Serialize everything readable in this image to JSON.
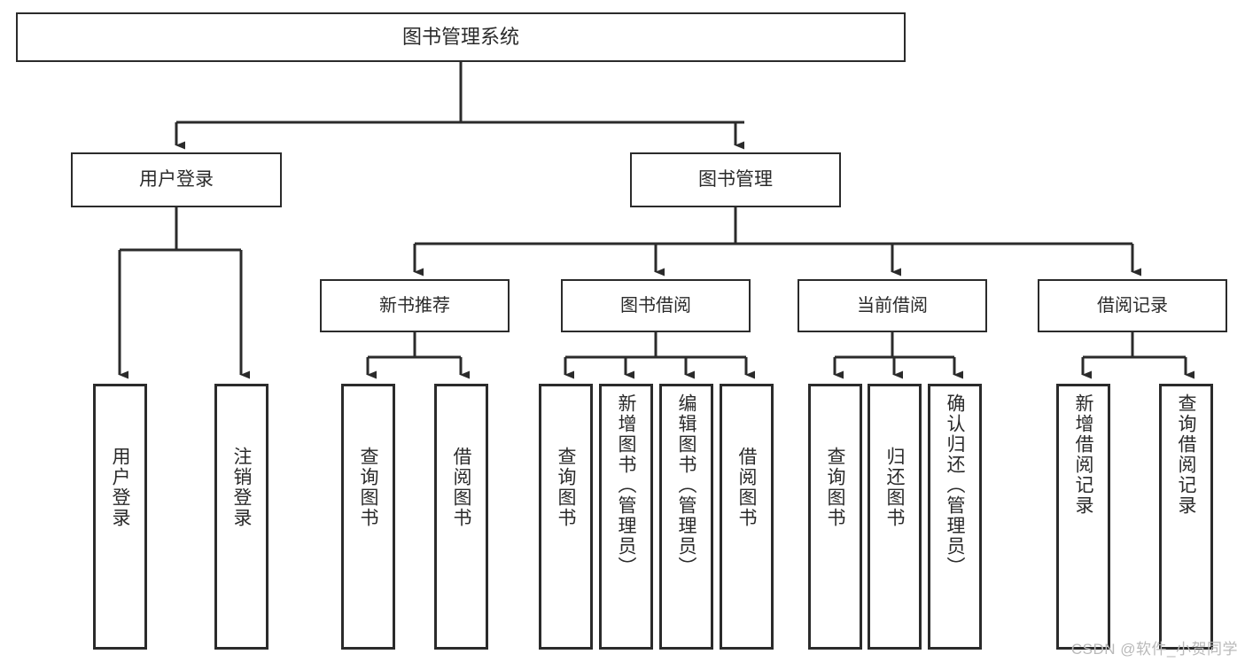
{
  "diagram": {
    "type": "tree-hierarchy",
    "title": "图书管理系统",
    "watermark": "CSDN @软件_小贺同学",
    "colors": {
      "stroke": "#2b2b2b",
      "fill": "#ffffff",
      "text": "#2a2a2a",
      "watermark": "#b9b9b9"
    },
    "nodes": {
      "root": {
        "label": "图书管理系统"
      },
      "level2": [
        {
          "id": "user-login",
          "label": "用户登录"
        },
        {
          "id": "book-manage",
          "label": "图书管理"
        }
      ],
      "level3": [
        {
          "id": "new-book-rec",
          "label": "新书推荐"
        },
        {
          "id": "book-borrow",
          "label": "图书借阅"
        },
        {
          "id": "current-borrow",
          "label": "当前借阅"
        },
        {
          "id": "borrow-record",
          "label": "借阅记录"
        }
      ],
      "leaves": [
        {
          "id": "leaf-user-login",
          "label": "用户登录"
        },
        {
          "id": "leaf-logout",
          "label": "注销登录"
        },
        {
          "id": "leaf-query-book-1",
          "label": "查询图书"
        },
        {
          "id": "leaf-borrow-book-1",
          "label": "借阅图书"
        },
        {
          "id": "leaf-query-book-2",
          "label": "查询图书"
        },
        {
          "id": "leaf-add-book",
          "label": "新增图书（管理员）"
        },
        {
          "id": "leaf-edit-book",
          "label": "编辑图书（管理员）"
        },
        {
          "id": "leaf-borrow-book-2",
          "label": "借阅图书"
        },
        {
          "id": "leaf-query-book-3",
          "label": "查询图书"
        },
        {
          "id": "leaf-return-book",
          "label": "归还图书"
        },
        {
          "id": "leaf-confirm-return",
          "label": "确认归还（管理员）"
        },
        {
          "id": "leaf-add-record",
          "label": "新增借阅记录"
        },
        {
          "id": "leaf-query-record",
          "label": "查询借阅记录"
        }
      ]
    },
    "edges": [
      {
        "from": "root",
        "to": "user-login"
      },
      {
        "from": "root",
        "to": "book-manage"
      },
      {
        "from": "user-login",
        "to": "leaf-user-login"
      },
      {
        "from": "user-login",
        "to": "leaf-logout"
      },
      {
        "from": "book-manage",
        "to": "new-book-rec"
      },
      {
        "from": "book-manage",
        "to": "book-borrow"
      },
      {
        "from": "book-manage",
        "to": "current-borrow"
      },
      {
        "from": "book-manage",
        "to": "borrow-record"
      },
      {
        "from": "new-book-rec",
        "to": "leaf-query-book-1"
      },
      {
        "from": "new-book-rec",
        "to": "leaf-borrow-book-1"
      },
      {
        "from": "book-borrow",
        "to": "leaf-query-book-2"
      },
      {
        "from": "book-borrow",
        "to": "leaf-add-book"
      },
      {
        "from": "book-borrow",
        "to": "leaf-edit-book"
      },
      {
        "from": "book-borrow",
        "to": "leaf-borrow-book-2"
      },
      {
        "from": "current-borrow",
        "to": "leaf-query-book-3"
      },
      {
        "from": "current-borrow",
        "to": "leaf-return-book"
      },
      {
        "from": "current-borrow",
        "to": "leaf-confirm-return"
      },
      {
        "from": "borrow-record",
        "to": "leaf-add-record"
      },
      {
        "from": "borrow-record",
        "to": "leaf-query-record"
      }
    ]
  }
}
